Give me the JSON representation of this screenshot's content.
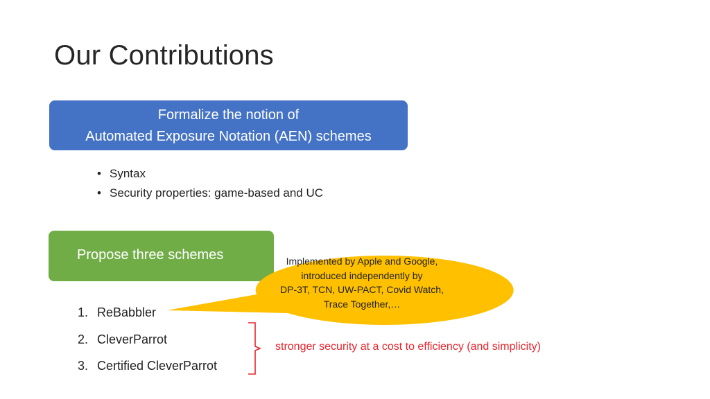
{
  "slide": {
    "title": "Our Contributions",
    "contribution_1": {
      "line1": "Formalize the notion of",
      "line2": "Automated Exposure Notation (AEN) schemes"
    },
    "bullets": [
      "Syntax",
      "Security properties:  game-based and UC"
    ],
    "contribution_2": "Propose three schemes",
    "callout": {
      "line1": "Implemented by Apple and Google,",
      "line2": "introduced independently by",
      "line3": "DP-3T, TCN, UW-PACT, Covid Watch,",
      "line4": "Trace Together,…"
    },
    "schemes": [
      {
        "num": "1.",
        "name": "ReBabbler"
      },
      {
        "num": "2.",
        "name": "CleverParrot"
      },
      {
        "num": "3.",
        "name": "Certified CleverParrot"
      }
    ],
    "note": "stronger security at a cost to efficiency (and simplicity)"
  },
  "colors": {
    "blue_box": "#4472c4",
    "green_box": "#70ad47",
    "callout_fill": "#ffc000",
    "note_red": "#e8242c"
  }
}
